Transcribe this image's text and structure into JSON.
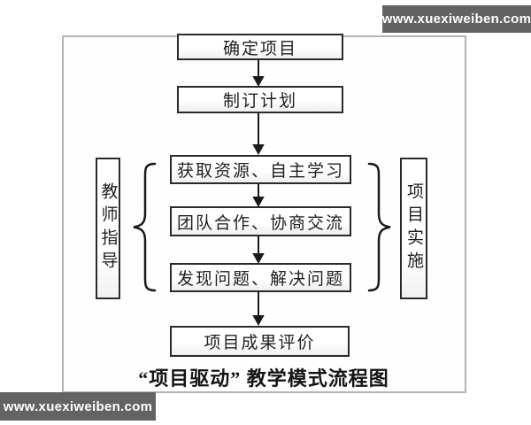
{
  "watermarks": {
    "top_right": "www.xuexiweiben.com",
    "bottom_left": "www.xuexiweiben.com"
  },
  "flowchart": {
    "boxes": [
      {
        "label": "确定项目"
      },
      {
        "label": "制订计划"
      },
      {
        "label": "获取资源、自主学习"
      },
      {
        "label": "团队合作、协商交流"
      },
      {
        "label": "发现问题、解决问题"
      },
      {
        "label": "项目成果评价"
      }
    ],
    "side_labels": {
      "left": "教师指导",
      "right": "项目实施"
    },
    "caption": "“项目驱动” 教学模式流程图"
  },
  "colors": {
    "watermark_bar": "#636363",
    "box_border": "#2a2a2a",
    "frame_border": "#b3b3b3",
    "arrow": "#1a1a1a",
    "text": "#1f1f1f"
  }
}
